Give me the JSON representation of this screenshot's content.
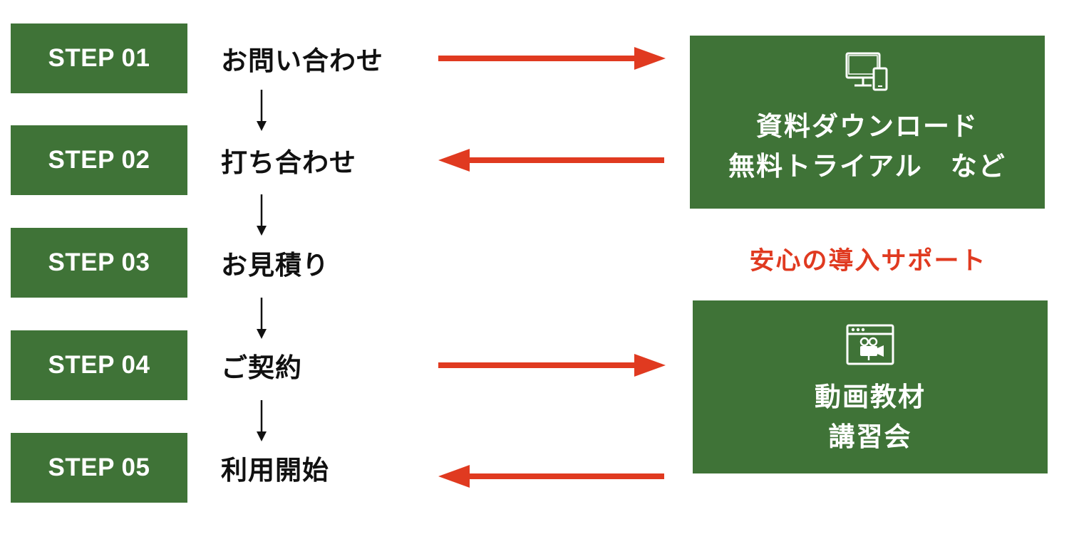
{
  "colors": {
    "step_green": "#3f7337",
    "arrow_red": "#e03a20",
    "text_dark": "#111111"
  },
  "steps": [
    {
      "label": "STEP 01",
      "name": "お問い合わせ"
    },
    {
      "label": "STEP 02",
      "name": "打ち合わせ"
    },
    {
      "label": "STEP 03",
      "name": "お見積り"
    },
    {
      "label": "STEP 04",
      "name": "ご契約"
    },
    {
      "label": "STEP 05",
      "name": "利用開始"
    }
  ],
  "top_panel": {
    "icon": "monitor-smartphone-icon",
    "line1": "資料ダウンロード",
    "line2": "無料トライアル　など"
  },
  "support_text": "安心の導入サポート",
  "bottom_panel": {
    "icon": "video-browser-icon",
    "line1": "動画教材",
    "line2": "講習会"
  },
  "flow": [
    {
      "from": "step-1",
      "to": "top-panel"
    },
    {
      "from": "top-panel",
      "to": "step-2"
    },
    {
      "from": "step-4",
      "to": "bottom-panel"
    },
    {
      "from": "bottom-panel",
      "to": "step-5"
    }
  ]
}
